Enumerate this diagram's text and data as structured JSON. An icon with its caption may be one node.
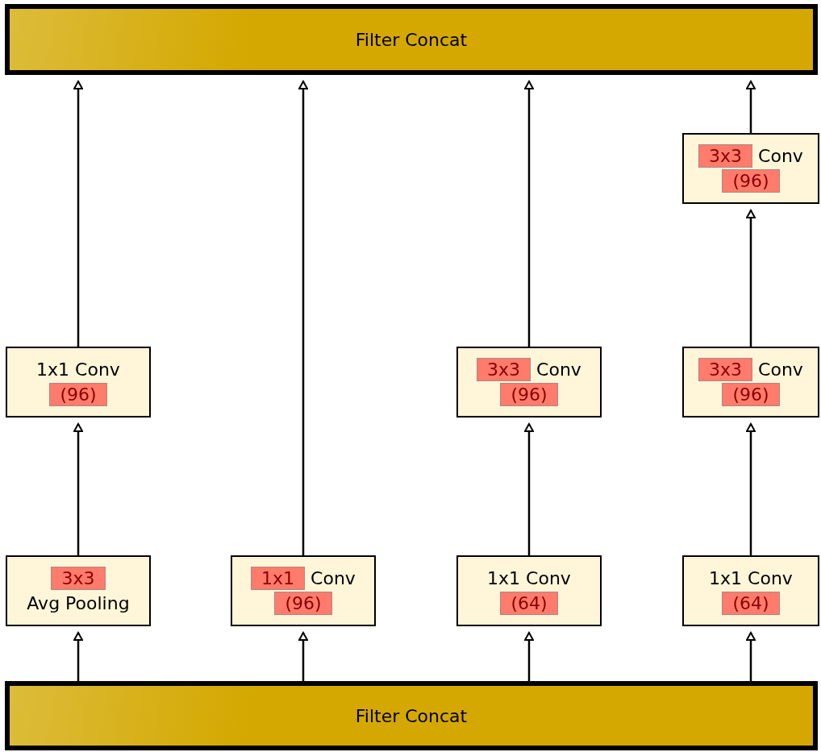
{
  "diagram": {
    "nodes": [
      {
        "text": [
          "Filter Concat"
        ]
      },
      {
        "text": [
          "3x3 Conv",
          "(96)"
        ]
      },
      {
        "text": [
          "1x1 Conv",
          "(96)"
        ]
      },
      {
        "text": [
          "3x3 Conv",
          "(96)"
        ]
      },
      {
        "text": [
          "3x3 Conv",
          "(96)"
        ]
      },
      {
        "text": [
          "3x3",
          "Avg Pooling"
        ]
      },
      {
        "text": [
          "1x1 Conv",
          "(96)"
        ]
      },
      {
        "text": [
          "1x1 Conv",
          "(64)"
        ]
      },
      {
        "text": [
          "1x1 Conv",
          "(64)"
        ]
      },
      {
        "text": [
          "Filter Concat"
        ]
      }
    ],
    "edges": [
      {
        "from": 9,
        "to": 5,
        "arrow": "to"
      },
      {
        "from": 5,
        "to": 2,
        "arrow": "to"
      },
      {
        "from": 2,
        "to": 0,
        "arrow": "to"
      },
      {
        "from": 9,
        "to": 6,
        "arrow": "to"
      },
      {
        "from": 6,
        "to": 0,
        "arrow": "to"
      },
      {
        "from": 9,
        "to": 7,
        "arrow": "to"
      },
      {
        "from": 7,
        "to": 3,
        "arrow": "to"
      },
      {
        "from": 3,
        "to": 0,
        "arrow": "to"
      },
      {
        "from": 9,
        "to": 8,
        "arrow": "to"
      },
      {
        "from": 8,
        "to": 4,
        "arrow": "to"
      },
      {
        "from": 4,
        "to": 1,
        "arrow": "to"
      },
      {
        "from": 1,
        "to": 0,
        "arrow": "to"
      }
    ]
  }
}
